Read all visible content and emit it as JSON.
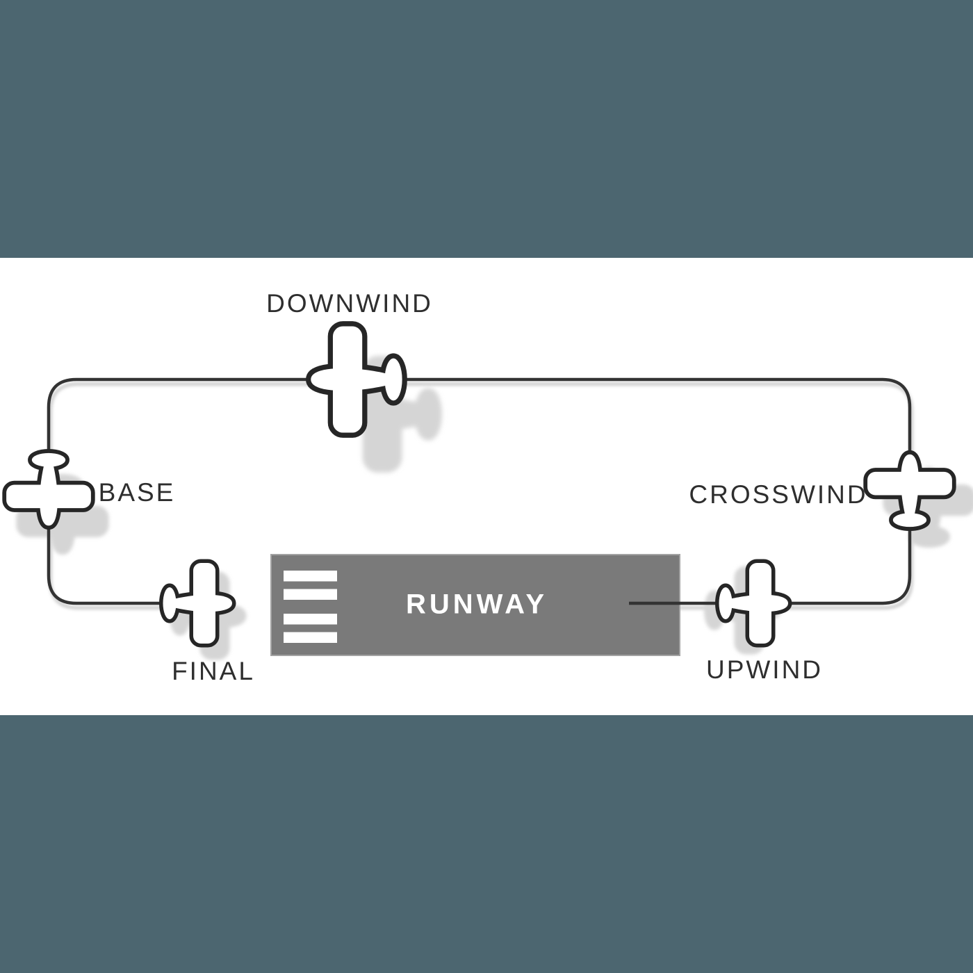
{
  "frame": {
    "top_band_color": "#4c6670",
    "bottom_band_color": "#4c6670",
    "background_color": "#ffffff"
  },
  "labels": {
    "downwind": "DOWNWIND",
    "base": "BASE",
    "crosswind": "CROSSWIND",
    "final": "FINAL",
    "upwind": "UPWIND"
  },
  "runway": {
    "label": "RUNWAY",
    "fill_color": "#7a7a7a",
    "text_color": "#ffffff",
    "stripe_color": "#ffffff",
    "stripe_count": 4
  },
  "pattern": {
    "line_color": "#333333",
    "plane_fill_color": "#ffffff",
    "plane_outline_color": "#262626",
    "shadow_color": "#d5d5d5"
  }
}
